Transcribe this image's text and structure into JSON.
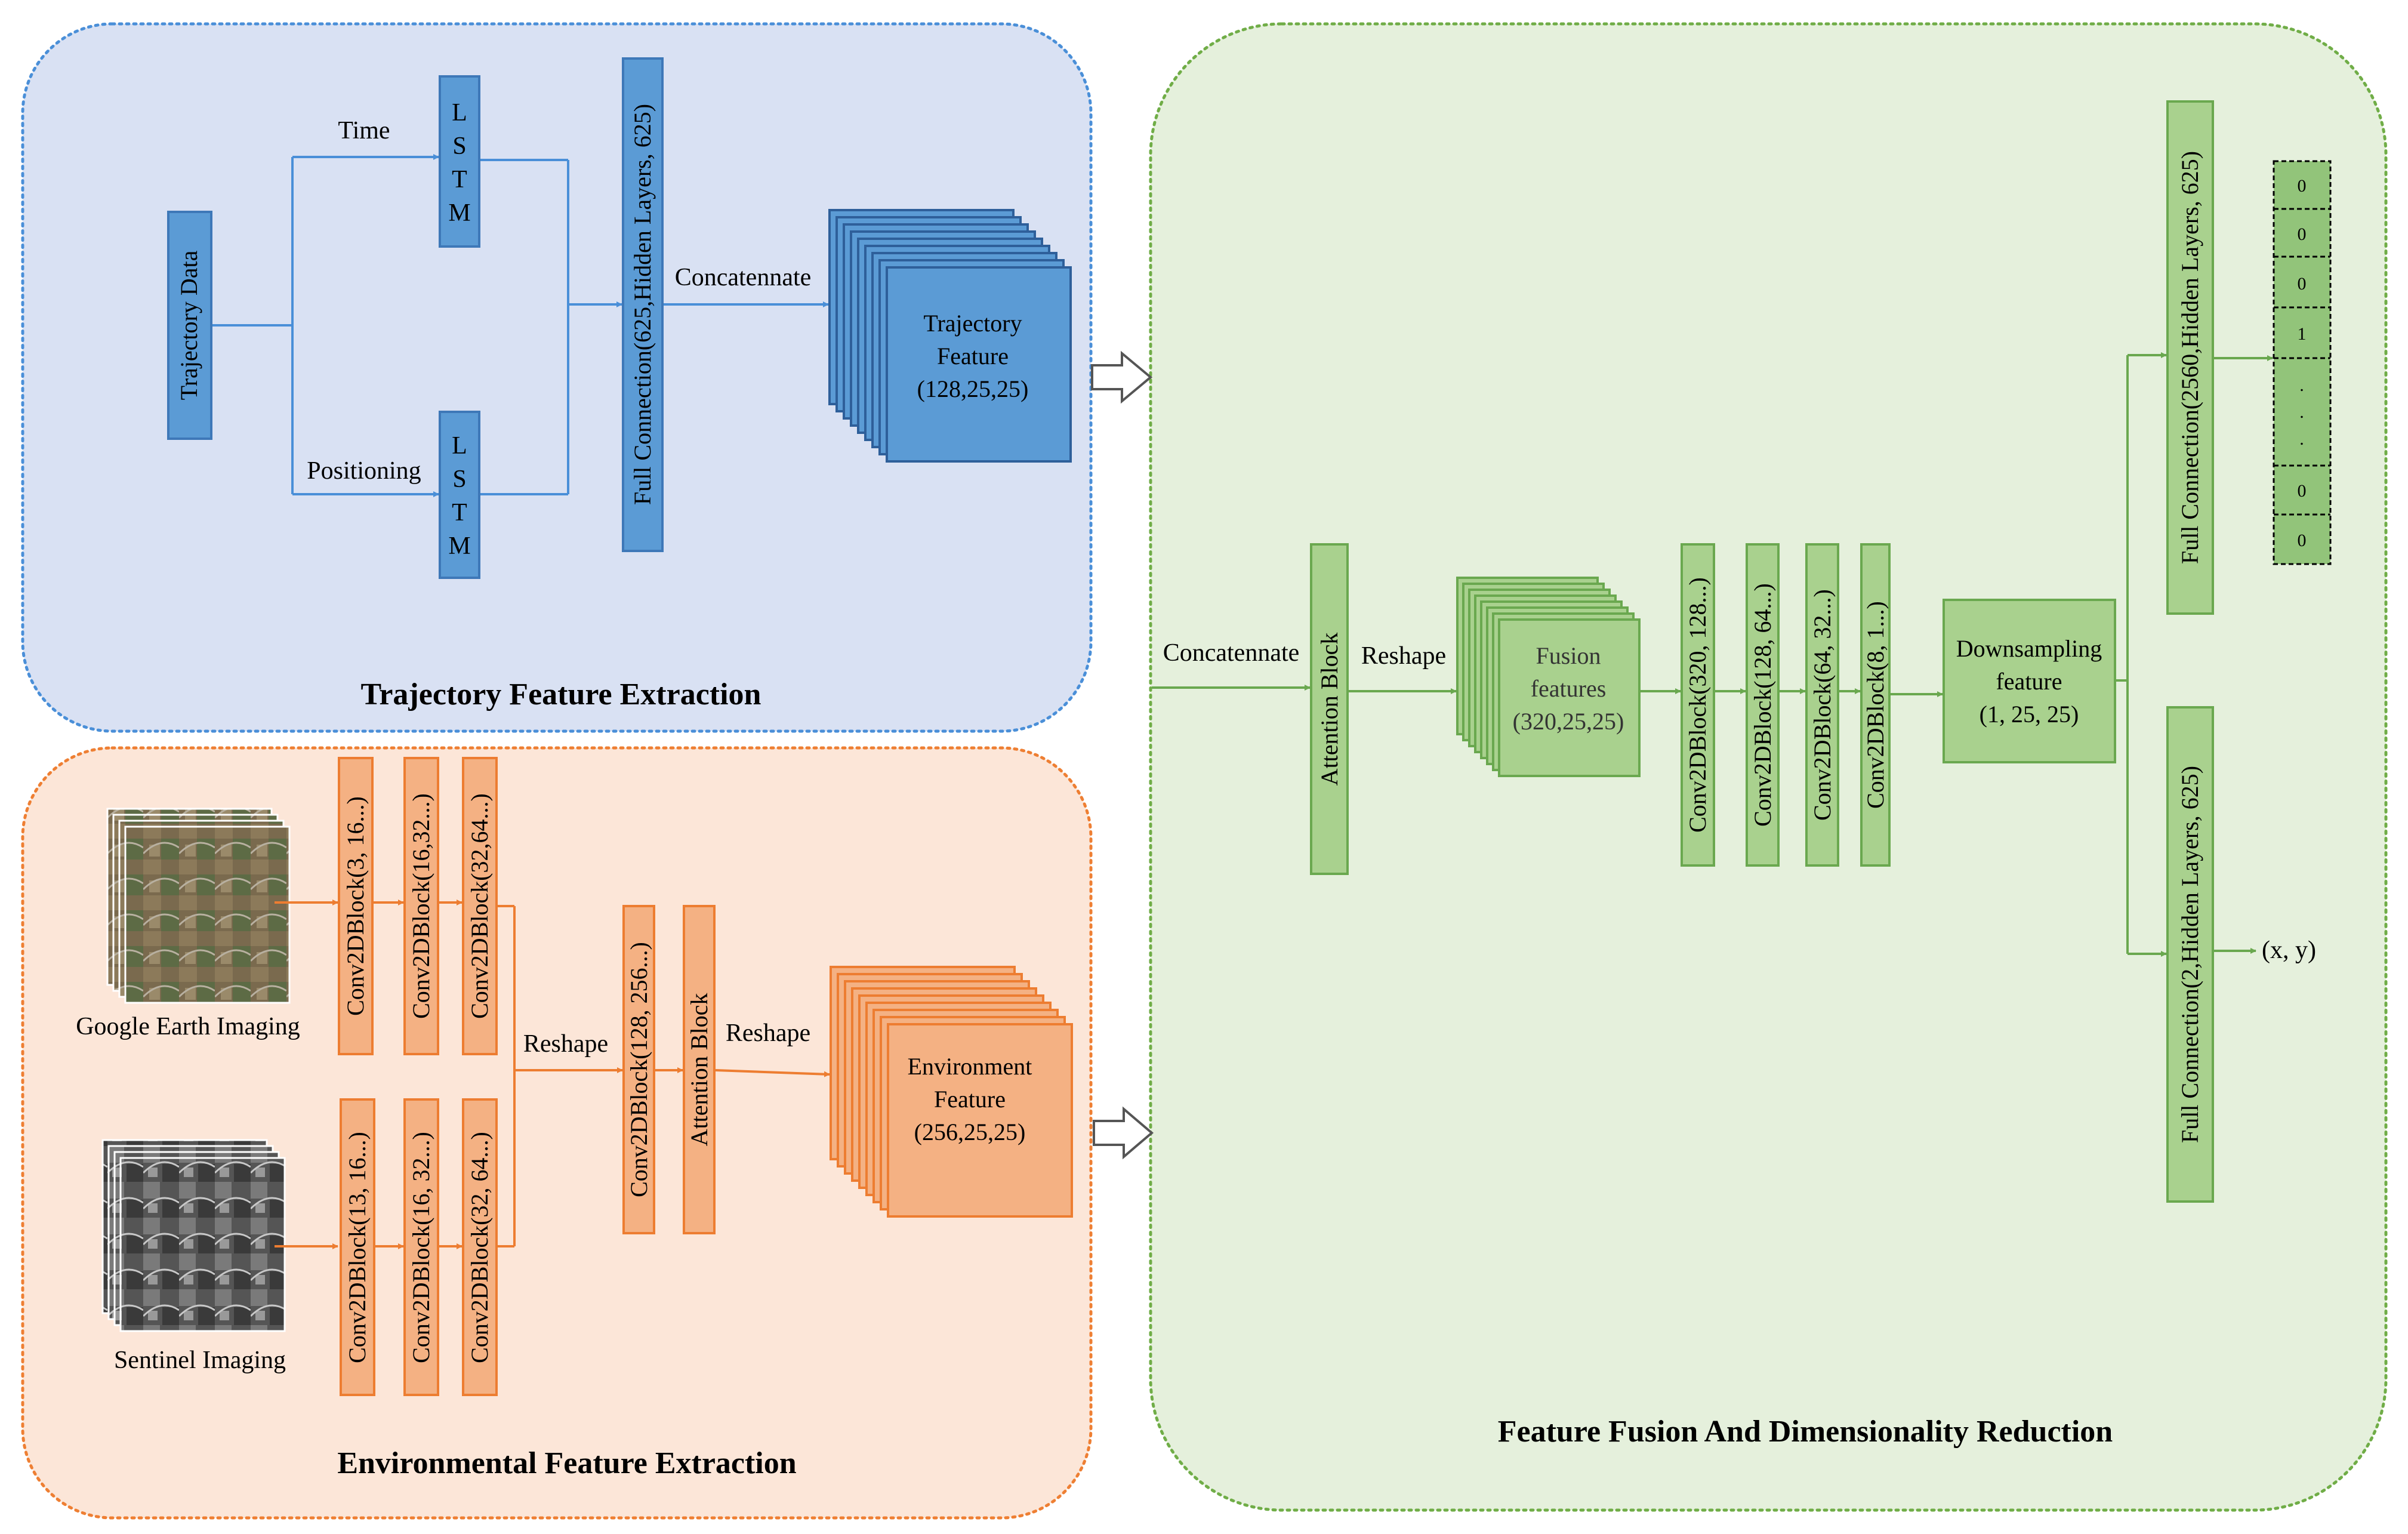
{
  "panels": {
    "trajectory": {
      "title": "Trajectory Feature Extraction",
      "input": "Trajectory Data",
      "branch_labels": [
        "Time",
        "Positioning"
      ],
      "lstm_letters": [
        "L",
        "S",
        "T",
        "M"
      ],
      "fc": "Full Connection(625,Hidden Layers,  625)",
      "concat": "Concatennate",
      "feature": [
        "Trajectory",
        "Feature",
        "(128,25,25)"
      ]
    },
    "environment": {
      "title": "Environmental Feature Extraction",
      "google_label": "Google Earth Imaging",
      "sentinel_label": "Sentinel Imaging",
      "google_blocks": [
        "Conv2DBlock(3, 16...)",
        "Conv2DBlock(16,32...)",
        "Conv2DBlock(32,64...)"
      ],
      "sentinel_blocks": [
        "Conv2DBlock(13, 16...)",
        "Conv2DBlock(16, 32...)",
        "Conv2DBlock(32, 64...)"
      ],
      "reshape1": "Reshape",
      "merge_block": "Conv2DBlock(128, 256...)",
      "attention": "Attention Block",
      "reshape2": "Reshape",
      "feature": [
        "Environment",
        "Feature",
        "(256,25,25)"
      ]
    },
    "fusion": {
      "title": "Feature Fusion And Dimensionality Reduction",
      "concat": "Concatennate",
      "attention": "Attention Block",
      "reshape": "Reshape",
      "fusion_feature": [
        "Fusion",
        "features",
        "(320,25,25)"
      ],
      "conv_blocks": [
        "Conv2DBlock(320, 128...)",
        "Conv2DBlock(128, 64...)",
        "Conv2DBlock(64, 32...)",
        "Conv2DBlock(8, 1...)"
      ],
      "downsampling": [
        "Downsampling",
        "feature",
        "(1,  25,  25)"
      ],
      "fc_top": "Full Connection(2560,Hidden Layers,  625)",
      "fc_bottom": "Full Connection(2,Hidden Layers,  625)",
      "onehot": [
        "0",
        "0",
        "0",
        "1",
        ".",
        ".",
        ".",
        "0",
        "0"
      ],
      "output": "(x, y)"
    }
  },
  "colors": {
    "blue_panel": "#d9e1f3",
    "blue_border": "#4a8fd8",
    "blue_box": "#5b9bd5",
    "blue_box_border": "#3e78b8",
    "orange_panel": "#fce6d8",
    "orange_border": "#ee7f33",
    "orange_box": "#f4b183",
    "orange_box_border": "#ed7d31",
    "green_panel": "#e5f0dc",
    "green_border": "#70ad47",
    "green_box": "#a9d18e",
    "green_box_border": "#6aa84f",
    "onehot_fill": "#92c47a"
  }
}
